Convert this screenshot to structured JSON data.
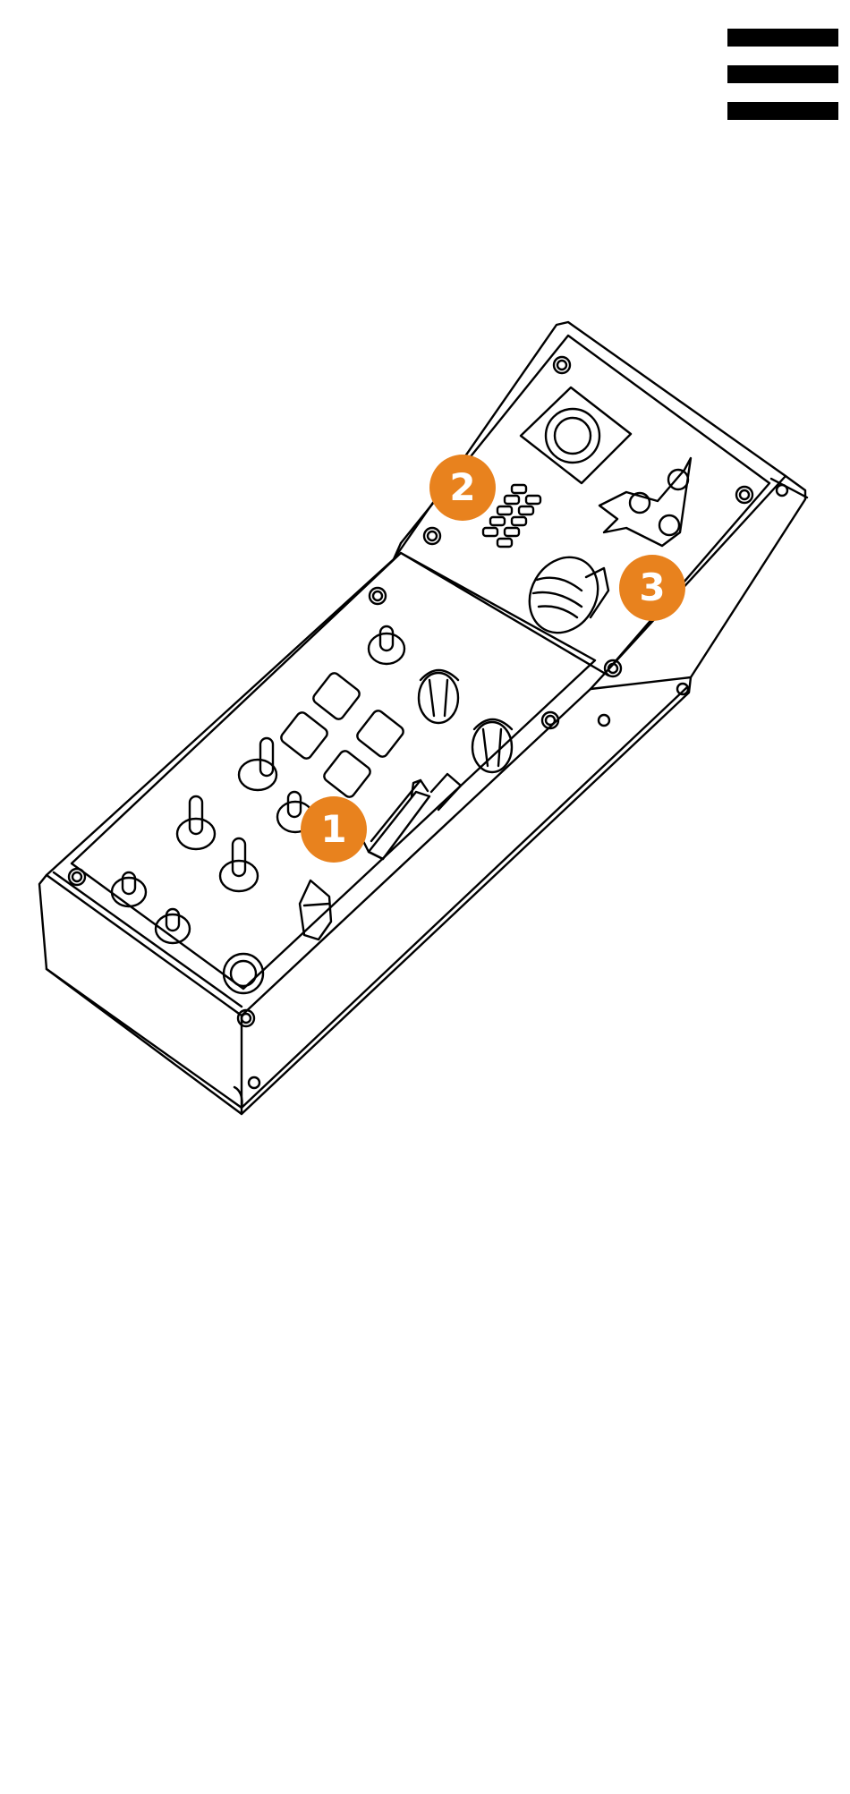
{
  "header": {
    "menu_icon": "hamburger-menu-icon"
  },
  "device": {
    "illustration_icon": "control-panel-line-drawing",
    "stroke_color": "#000000",
    "hotspots": [
      {
        "label": "1"
      },
      {
        "label": "2"
      },
      {
        "label": "3"
      }
    ]
  },
  "colors": {
    "accent": "#E8821E",
    "background": "#FFFFFF",
    "menu": "#000000"
  }
}
